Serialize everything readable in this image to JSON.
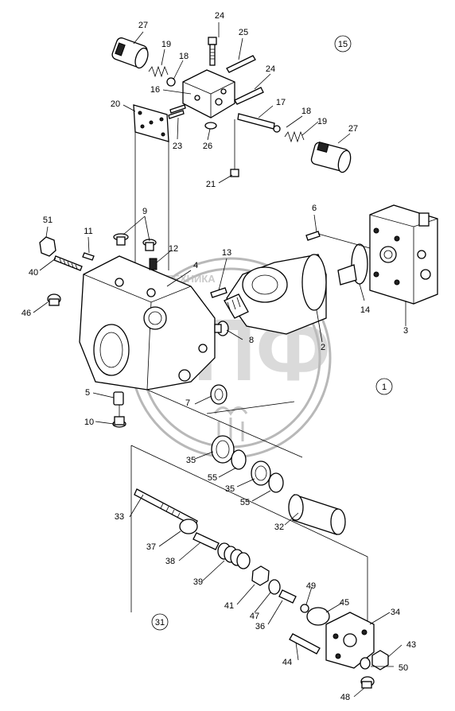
{
  "watermark": {
    "brand_text": "ЭПФ",
    "site_text": "ТЕХНИКА"
  },
  "group_labels": [
    "15",
    "1",
    "31"
  ],
  "part_labels": [
    {
      "n": "24"
    },
    {
      "n": "27"
    },
    {
      "n": "25"
    },
    {
      "n": "19"
    },
    {
      "n": "18"
    },
    {
      "n": "16"
    },
    {
      "n": "24"
    },
    {
      "n": "17"
    },
    {
      "n": "20"
    },
    {
      "n": "18"
    },
    {
      "n": "19"
    },
    {
      "n": "27"
    },
    {
      "n": "23"
    },
    {
      "n": "26"
    },
    {
      "n": "21"
    },
    {
      "n": "6"
    },
    {
      "n": "51"
    },
    {
      "n": "9"
    },
    {
      "n": "11"
    },
    {
      "n": "12"
    },
    {
      "n": "13"
    },
    {
      "n": "4"
    },
    {
      "n": "40"
    },
    {
      "n": "46"
    },
    {
      "n": "14"
    },
    {
      "n": "3"
    },
    {
      "n": "8"
    },
    {
      "n": "2"
    },
    {
      "n": "5"
    },
    {
      "n": "7"
    },
    {
      "n": "10"
    },
    {
      "n": "35"
    },
    {
      "n": "55"
    },
    {
      "n": "35"
    },
    {
      "n": "55"
    },
    {
      "n": "32"
    },
    {
      "n": "33"
    },
    {
      "n": "37"
    },
    {
      "n": "38"
    },
    {
      "n": "39"
    },
    {
      "n": "41"
    },
    {
      "n": "47"
    },
    {
      "n": "49"
    },
    {
      "n": "45"
    },
    {
      "n": "36"
    },
    {
      "n": "34"
    },
    {
      "n": "43"
    },
    {
      "n": "44"
    },
    {
      "n": "50"
    },
    {
      "n": "48"
    }
  ]
}
